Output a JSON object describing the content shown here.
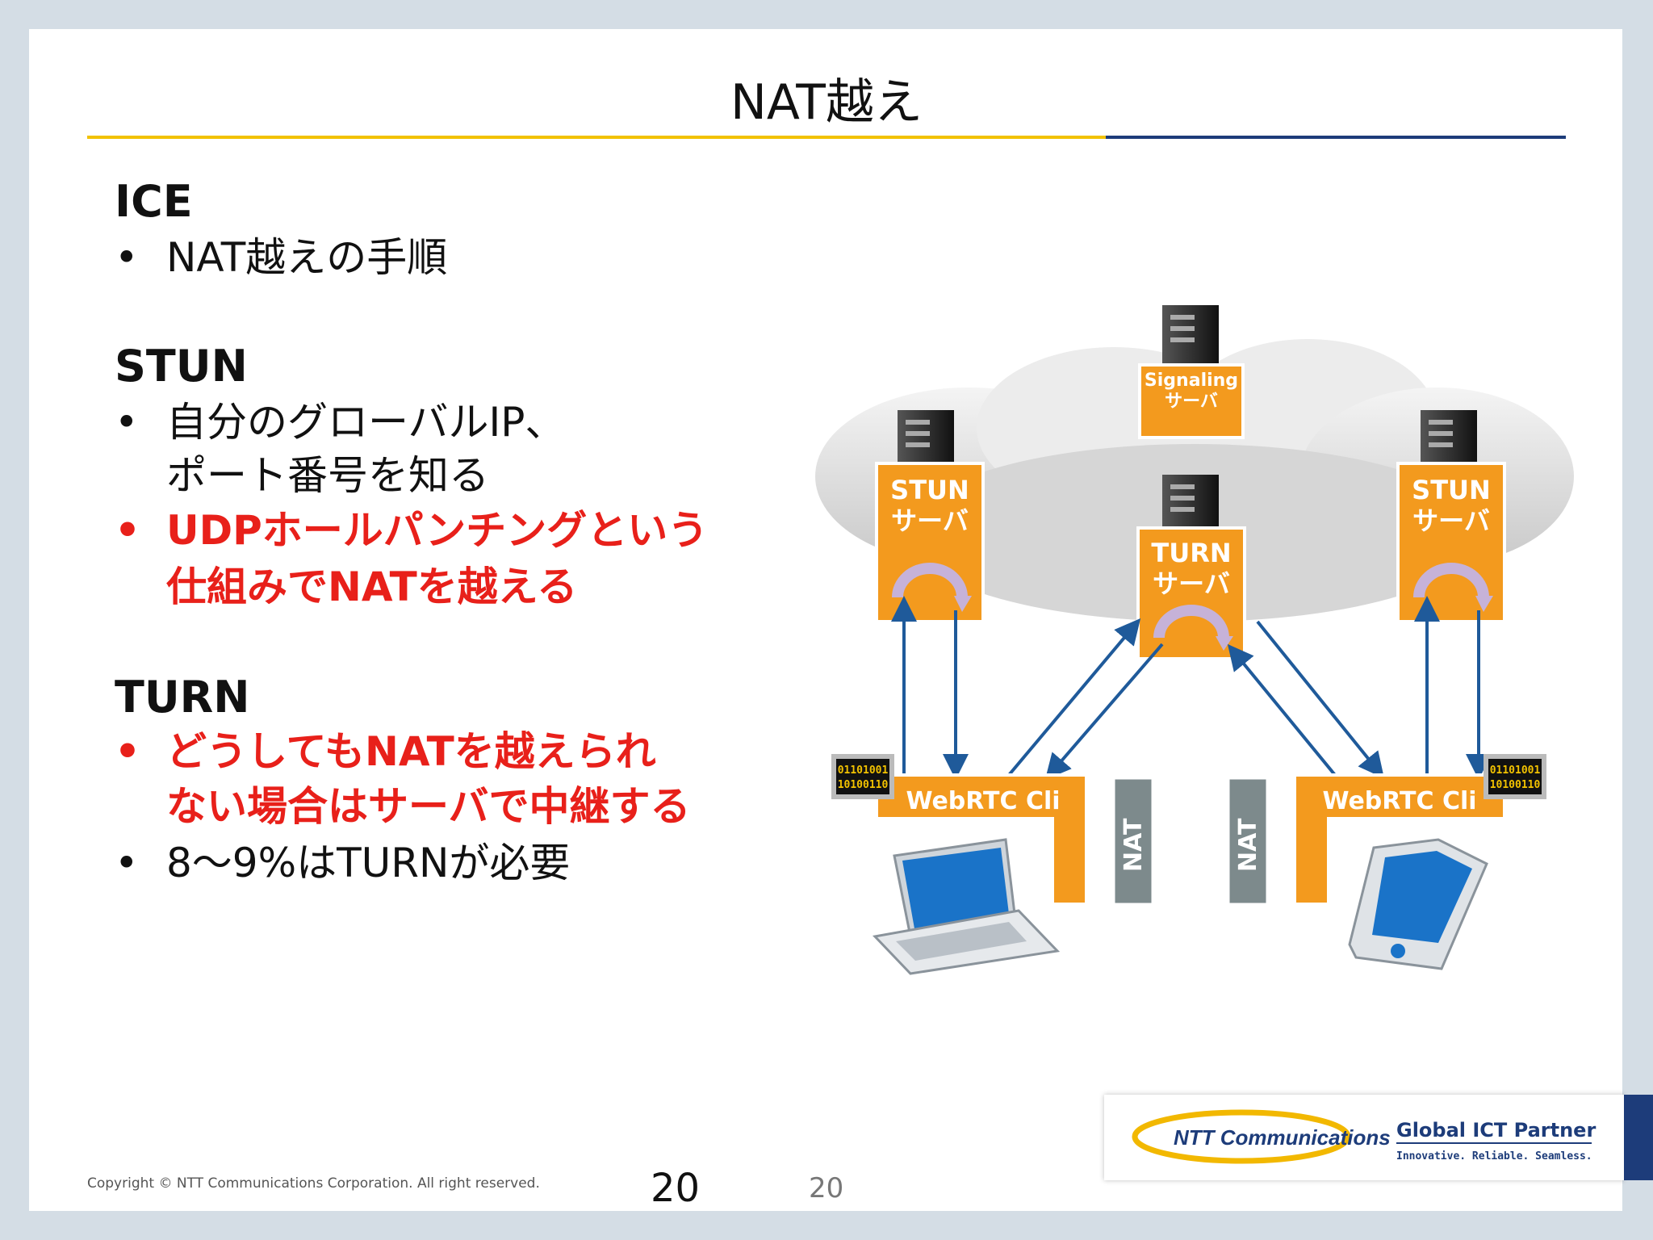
{
  "slide": {
    "title": "NAT越え",
    "sections": {
      "ice": {
        "heading": "ICE",
        "bullets": [
          "NAT越えの手順"
        ]
      },
      "stun": {
        "heading": "STUN",
        "bullet1_line1": "自分のグローバルIP、",
        "bullet1_line2": "ポート番号を知る",
        "bullet2_line1": "UDPホールパンチングという",
        "bullet2_line2": "仕組みでNATを越える"
      },
      "turn": {
        "heading": "TURN",
        "bullet1_line1": "どうしてもNATを越えられ",
        "bullet1_line2": "ない場合はサーバで中継する",
        "bullet2": "8～9%はTURNが必要"
      }
    },
    "bullet_char": "•"
  },
  "diagram": {
    "signaling_line1": "Signaling",
    "signaling_line2": "サーバ",
    "stun_left_line1": "STUN",
    "stun_left_line2": "サーバ",
    "stun_right_line1": "STUN",
    "stun_right_line2": "サーバ",
    "turn_line1": "TURN",
    "turn_line2": "サーバ",
    "client_left": "WebRTC Cli",
    "client_right": "WebRTC Cli",
    "nat_left": "NAT",
    "nat_right": "NAT",
    "binary_line1": "01101001",
    "binary_line2": "10100110",
    "colors": {
      "orange": "#f39a1e",
      "nat_gray": "#7d8a8c",
      "arrow_blue": "#1f5a9a"
    }
  },
  "footer": {
    "copyright": "Copyright © NTT Communications Corporation. All right reserved.",
    "page_number_large": "20",
    "page_number_small": "20",
    "logo_text": "NTT Communications",
    "tagline_line1": "Global ICT Partner",
    "tagline_line2": "Innovative. Reliable. Seamless."
  }
}
